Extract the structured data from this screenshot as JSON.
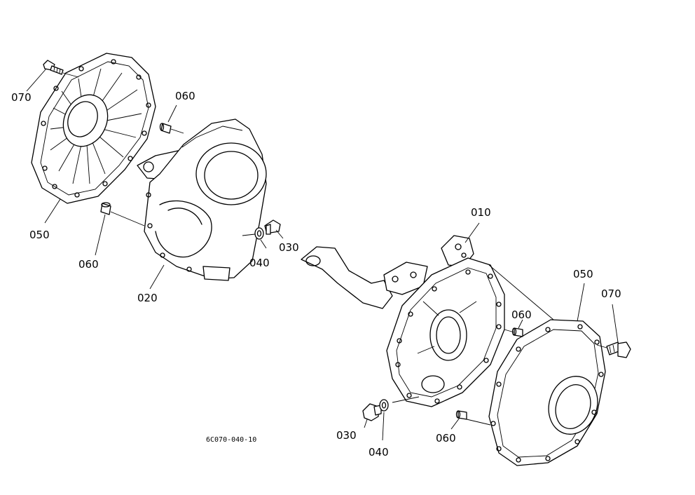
{
  "drawing_code": "6C070-040-10",
  "callouts": {
    "c070_left": "070",
    "c050_left": "050",
    "c060_left_top": "060",
    "c060_left_bottom": "060",
    "c020": "020",
    "c030_top": "030",
    "c040_top": "040",
    "c010": "010",
    "c050_right": "050",
    "c070_right": "070",
    "c060_right_top": "060",
    "c060_right_bottom": "060",
    "c030_bottom": "030",
    "c040_bottom": "040"
  }
}
